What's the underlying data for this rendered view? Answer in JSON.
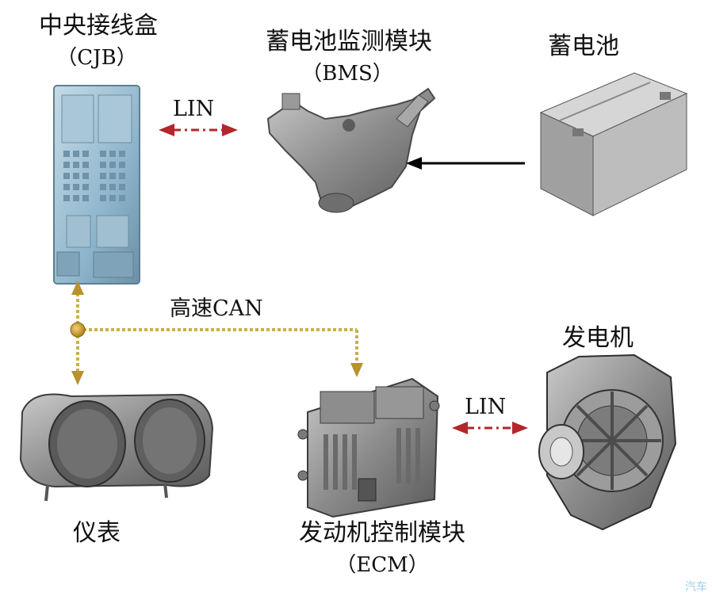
{
  "components": {
    "cjb": {
      "name": "中央接线盒",
      "abbr": "（CJB）"
    },
    "bms": {
      "name": "蓄电池监测模块",
      "abbr": "（BMS）"
    },
    "battery": {
      "name": "蓄电池"
    },
    "generator": {
      "name": "发电机"
    },
    "cluster": {
      "name": "仪表"
    },
    "ecm": {
      "name": "发动机控制模块",
      "abbr": "（ECM）"
    }
  },
  "links": {
    "lin_top": "LIN",
    "lin_bottom": "LIN",
    "can": "高速CAN"
  },
  "colors": {
    "lin_arrow": "#b3262a",
    "can_line": "#c9b04a",
    "can_node": "#d4a52a",
    "battery_arrow": "#000000",
    "component_gray": "#8c8c8c",
    "cjb_blue": "#8fb6cc"
  },
  "watermark": "汽车"
}
